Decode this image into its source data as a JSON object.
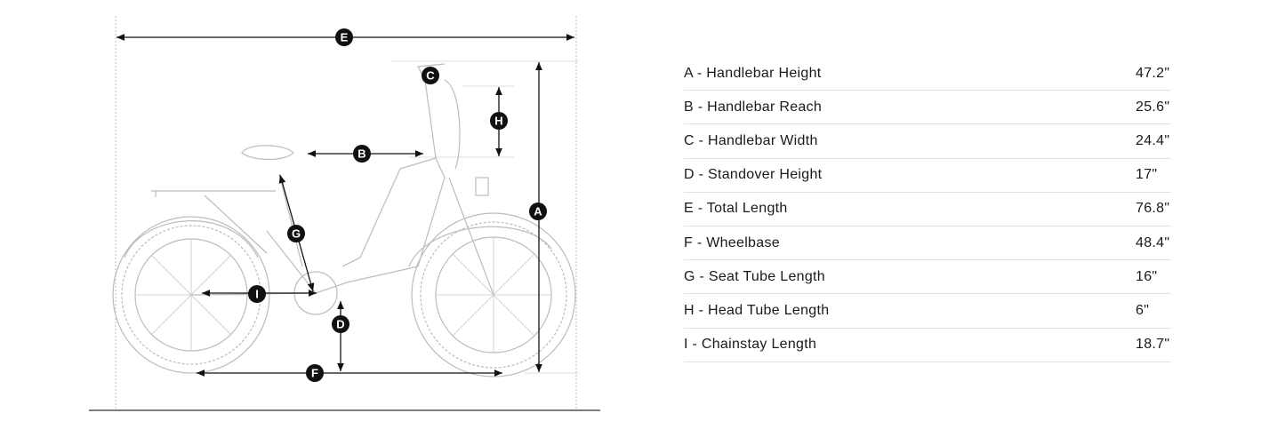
{
  "diagram": {
    "markers": {
      "A": "A",
      "B": "B",
      "C": "C",
      "D": "D",
      "E": "E",
      "F": "F",
      "G": "G",
      "H": "H",
      "I": "I"
    }
  },
  "specs": [
    {
      "label": "A - Handlebar Height",
      "value": "47.2\""
    },
    {
      "label": "B - Handlebar Reach",
      "value": "25.6\""
    },
    {
      "label": "C - Handlebar Width",
      "value": "24.4\""
    },
    {
      "label": "D - Standover Height",
      "value": "17\""
    },
    {
      "label": "E - Total Length",
      "value": "76.8\""
    },
    {
      "label": "F - Wheelbase",
      "value": "48.4\""
    },
    {
      "label": "G - Seat Tube Length",
      "value": "16\""
    },
    {
      "label": "H - Head Tube Length",
      "value": "6\""
    },
    {
      "label": "I - Chainstay Length",
      "value": "18.7\""
    }
  ]
}
